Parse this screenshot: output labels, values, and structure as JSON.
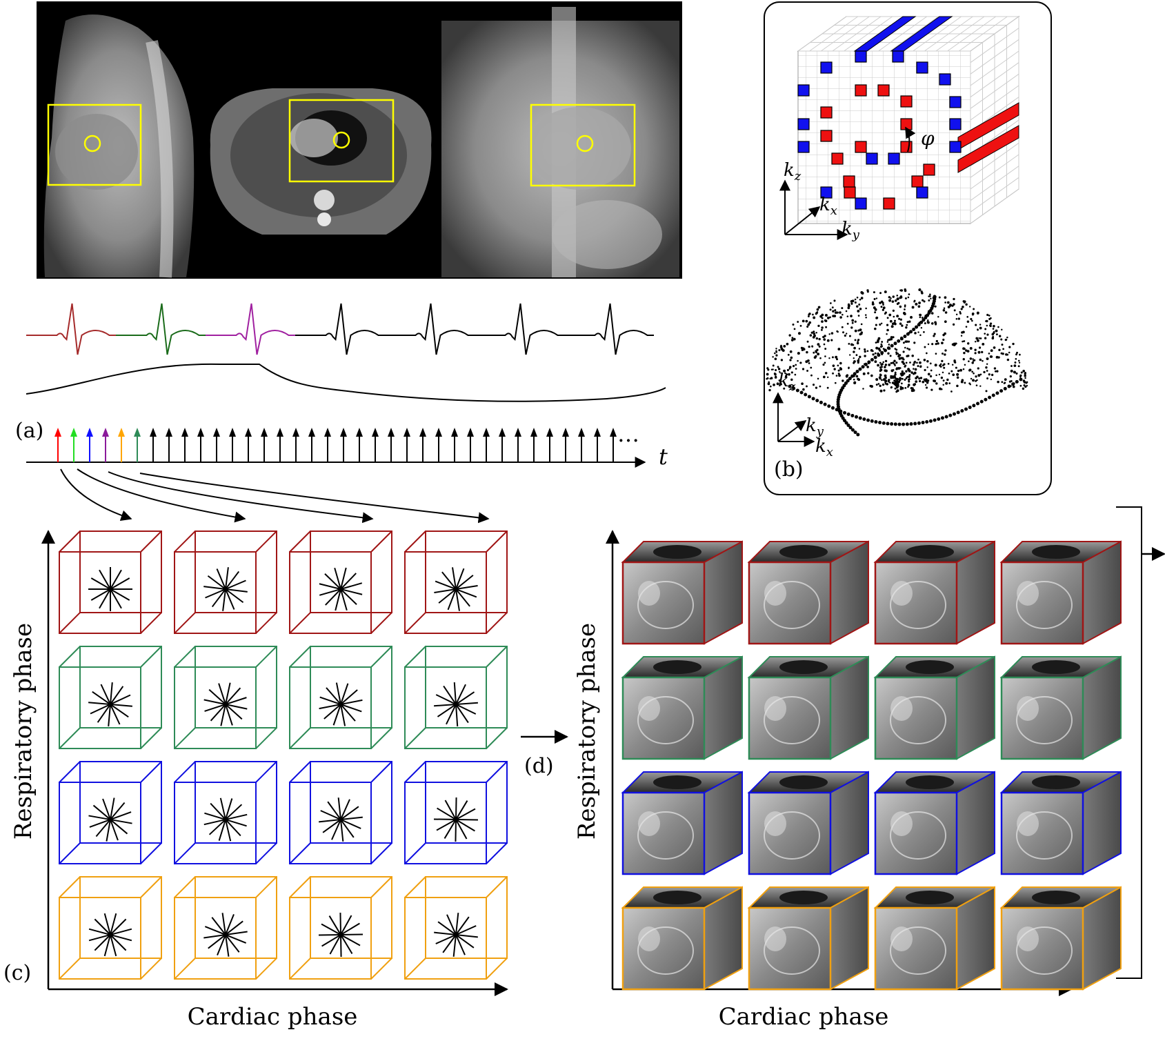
{
  "labels": {
    "a": "(a)",
    "b": "(b)",
    "c": "(c)",
    "d": "(d)",
    "t": "t",
    "ellipsis": "…",
    "phi": "φ",
    "kz": "k",
    "kx": "k",
    "ky": "k",
    "sub_z": "z",
    "sub_x": "x",
    "sub_y": "y"
  },
  "axes": {
    "left": {
      "x_label": "Cardiac phase",
      "y_label": "Respiratory phase"
    },
    "right": {
      "x_label": "Cardiac phase",
      "y_label": "Respiratory phase"
    }
  },
  "colors": {
    "ecg_segments": [
      "#a52a2a",
      "#1a6b1a",
      "#a020a0",
      "#000000"
    ],
    "spoke_arrows": [
      "#ff0000",
      "#22dd22",
      "#1010ff",
      "#8b1a9b",
      "#ffa500",
      "#2e8b57"
    ],
    "grid_rows": [
      "#a01515",
      "#2e8b57",
      "#1010e0",
      "#f0a010"
    ],
    "roi": "#ffff00",
    "kspace_red": "#ee1111",
    "kspace_blue": "#1111ee"
  },
  "grid": {
    "rows": 4,
    "cols": 4
  },
  "icons": {
    "radial_spokes": "asterisk-spokes-icon",
    "cube": "wireframe-cube-icon",
    "image_cube": "image-volume-cube-icon",
    "arrow": "arrow-right-icon"
  }
}
